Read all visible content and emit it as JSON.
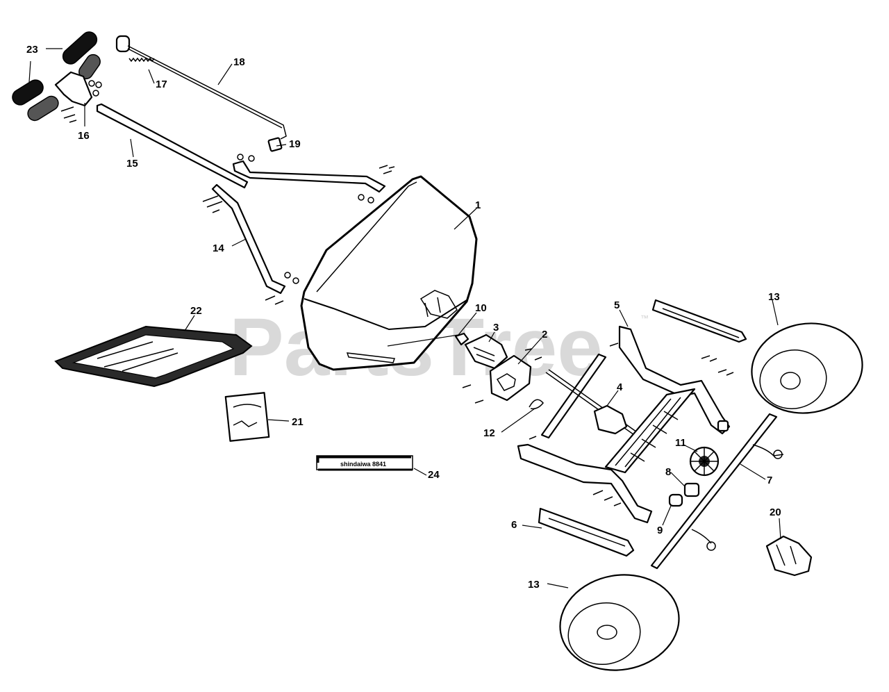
{
  "watermark": {
    "text": "PartsTree",
    "trademark": "™"
  },
  "decal_text": "shindaiwa 8841",
  "callouts": [
    "1",
    "2",
    "3",
    "4",
    "5",
    "6",
    "7",
    "8",
    "9",
    "10",
    "11",
    "12",
    "13",
    "13",
    "14",
    "15",
    "16",
    "17",
    "18",
    "19",
    "20",
    "21",
    "22",
    "23",
    "24"
  ],
  "colors": {
    "line": "#000000",
    "background": "#ffffff",
    "watermark": "#d9d9d9"
  }
}
